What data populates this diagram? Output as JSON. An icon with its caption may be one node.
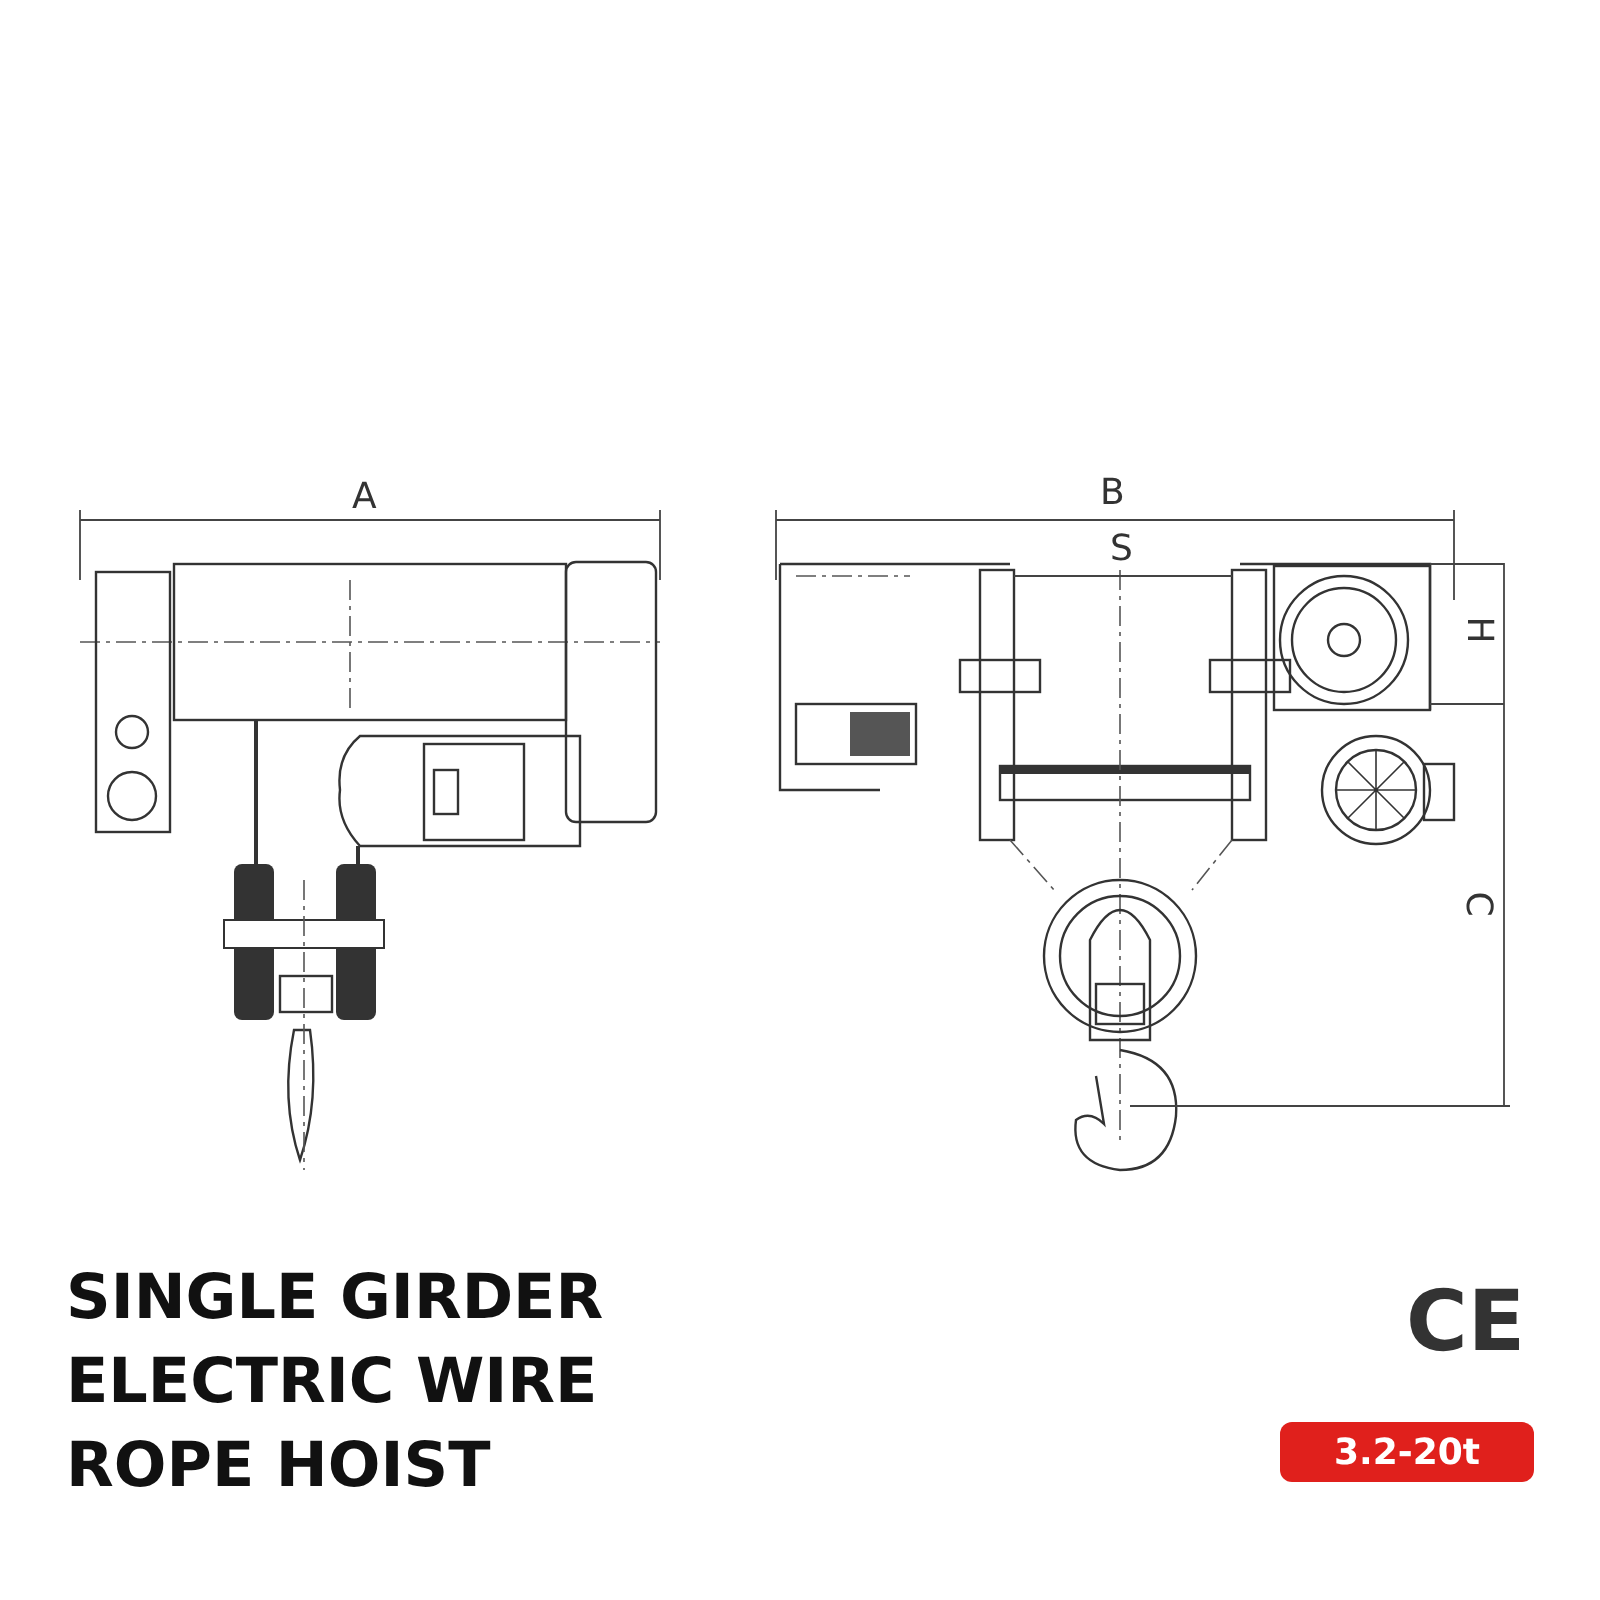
{
  "diagram": {
    "title": "SINGLE GIRDER ELECTRIC WIRE ROPE HOIST",
    "nodes": [
      {
        "text": [
          "3.2-20t"
        ]
      }
    ],
    "labels": [
      "A",
      "B",
      "S",
      "H",
      "C",
      "CE"
    ]
  }
}
